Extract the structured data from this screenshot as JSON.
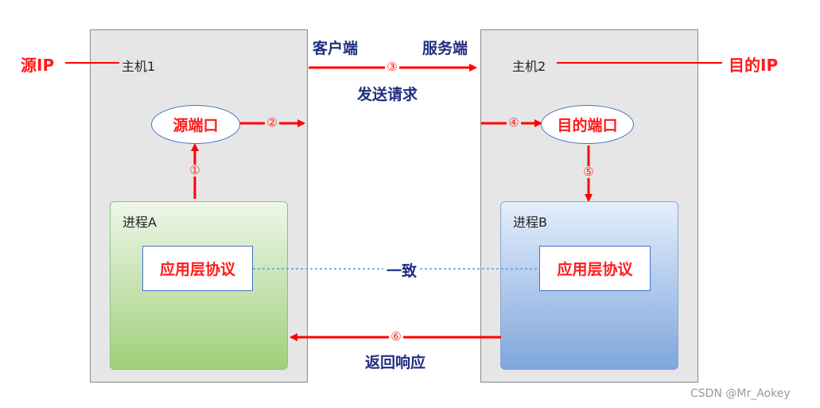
{
  "source_ip": "源IP",
  "dest_ip": "目的IP",
  "host1": "主机1",
  "host2": "主机2",
  "client": "客户端",
  "server": "服务端",
  "send_request": "发送请求",
  "return_response": "返回响应",
  "consistent": "一致",
  "source_port": "源端口",
  "dest_port": "目的端口",
  "process_a": "进程A",
  "process_b": "进程B",
  "app_protocol_a": "应用层协议",
  "app_protocol_b": "应用层协议",
  "steps": {
    "s1": "①",
    "s2": "②",
    "s3": "③",
    "s4": "④",
    "s5": "⑤",
    "s6": "⑥"
  },
  "watermark": "CSDN @Mr_Aokey"
}
